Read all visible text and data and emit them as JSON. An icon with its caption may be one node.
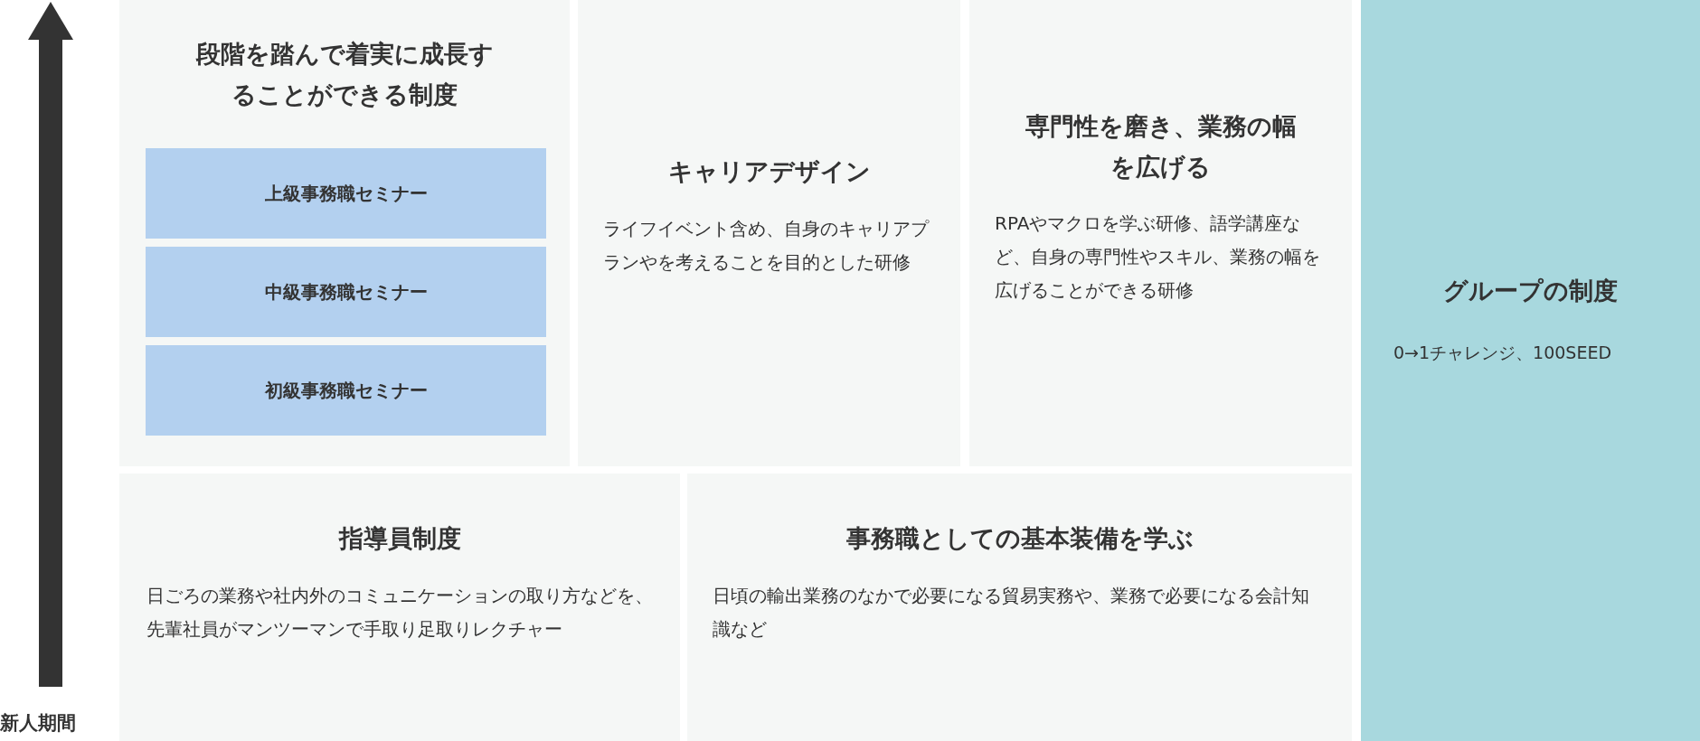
{
  "diagram": {
    "nodes": [
      {
        "text": [
          "段階を踏んで着実に成長することができる制度"
        ]
      },
      {
        "text": [
          "上級事務職セミナー"
        ],
        "in": 0
      },
      {
        "text": [
          "中級事務職セミナー"
        ],
        "in": 0
      },
      {
        "text": [
          "初級事務職セミナー"
        ],
        "in": 0
      },
      {
        "text": [
          "キャリアデザイン",
          "ライフイベント含め、自身のキャリアプランやを考えることを目的とした研修"
        ]
      },
      {
        "text": [
          "専門性を磨き、業務の幅を広げる",
          "RPAやマクロを学ぶ研修、語学講座など、自身の専門性やスキル、業務の幅を広げることができる研修"
        ]
      },
      {
        "text": [
          "グループの制度",
          "0→1チャレンジ、100SEED"
        ]
      },
      {
        "text": [
          "指導員制度",
          "日ごろの業務や社内外のコミュニケーションの取り方などを、先輩社員がマンツーマンで手取り足取りレクチャー"
        ]
      },
      {
        "text": [
          "事務職としての基本装備を学ぶ",
          "日頃の輸出業務のなかで必要になる貿易実務や、業務で必要になる会計知識など"
        ]
      }
    ],
    "edges": [],
    "labels": [
      "新人期間"
    ]
  }
}
